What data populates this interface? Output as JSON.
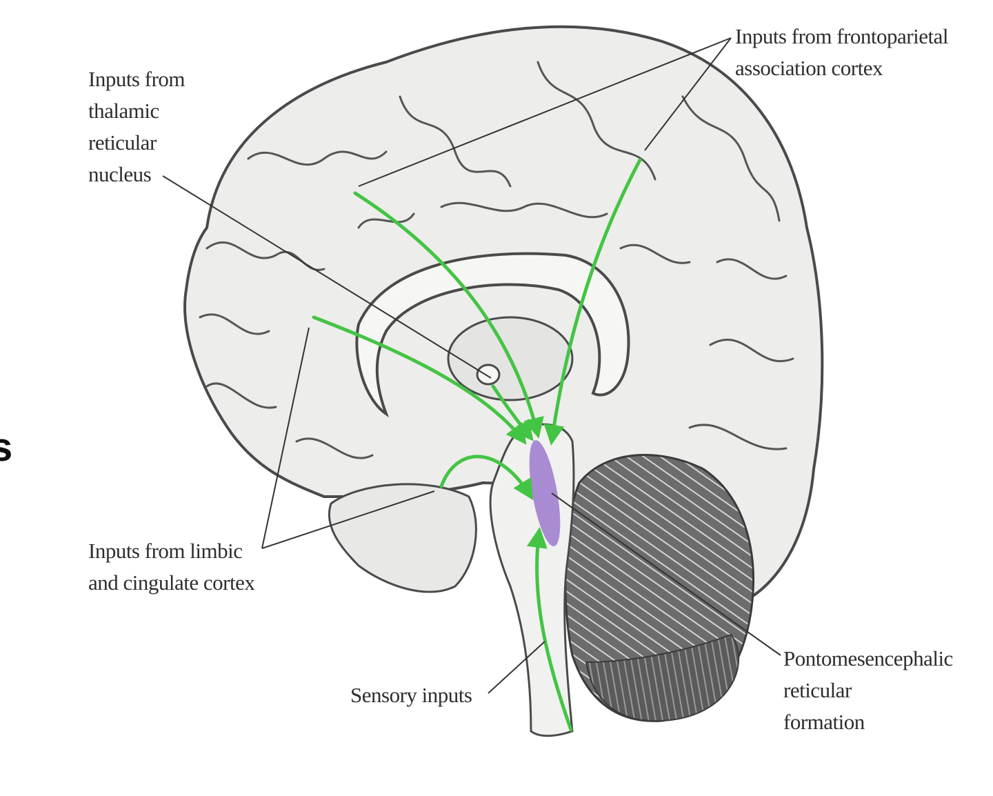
{
  "labels": {
    "thalamic": "Inputs from\nthalamic\nreticular\nnucleus",
    "frontoparietal": "Inputs from frontoparietal\nassociation cortex",
    "limbic": "Inputs from limbic\nand cingulate cortex",
    "sensory": "Sensory inputs",
    "pontomesencephalic": "Pontomesencephalic\nreticular\nformation"
  },
  "edge_glyph": "s",
  "colors": {
    "pathway": "#44c444",
    "reticular_formation": "#a98bd3",
    "leader_line": "#333333",
    "brain_fill": "#ededeb",
    "brain_outline": "#4a4a4a",
    "cerebellum": "#777777"
  }
}
